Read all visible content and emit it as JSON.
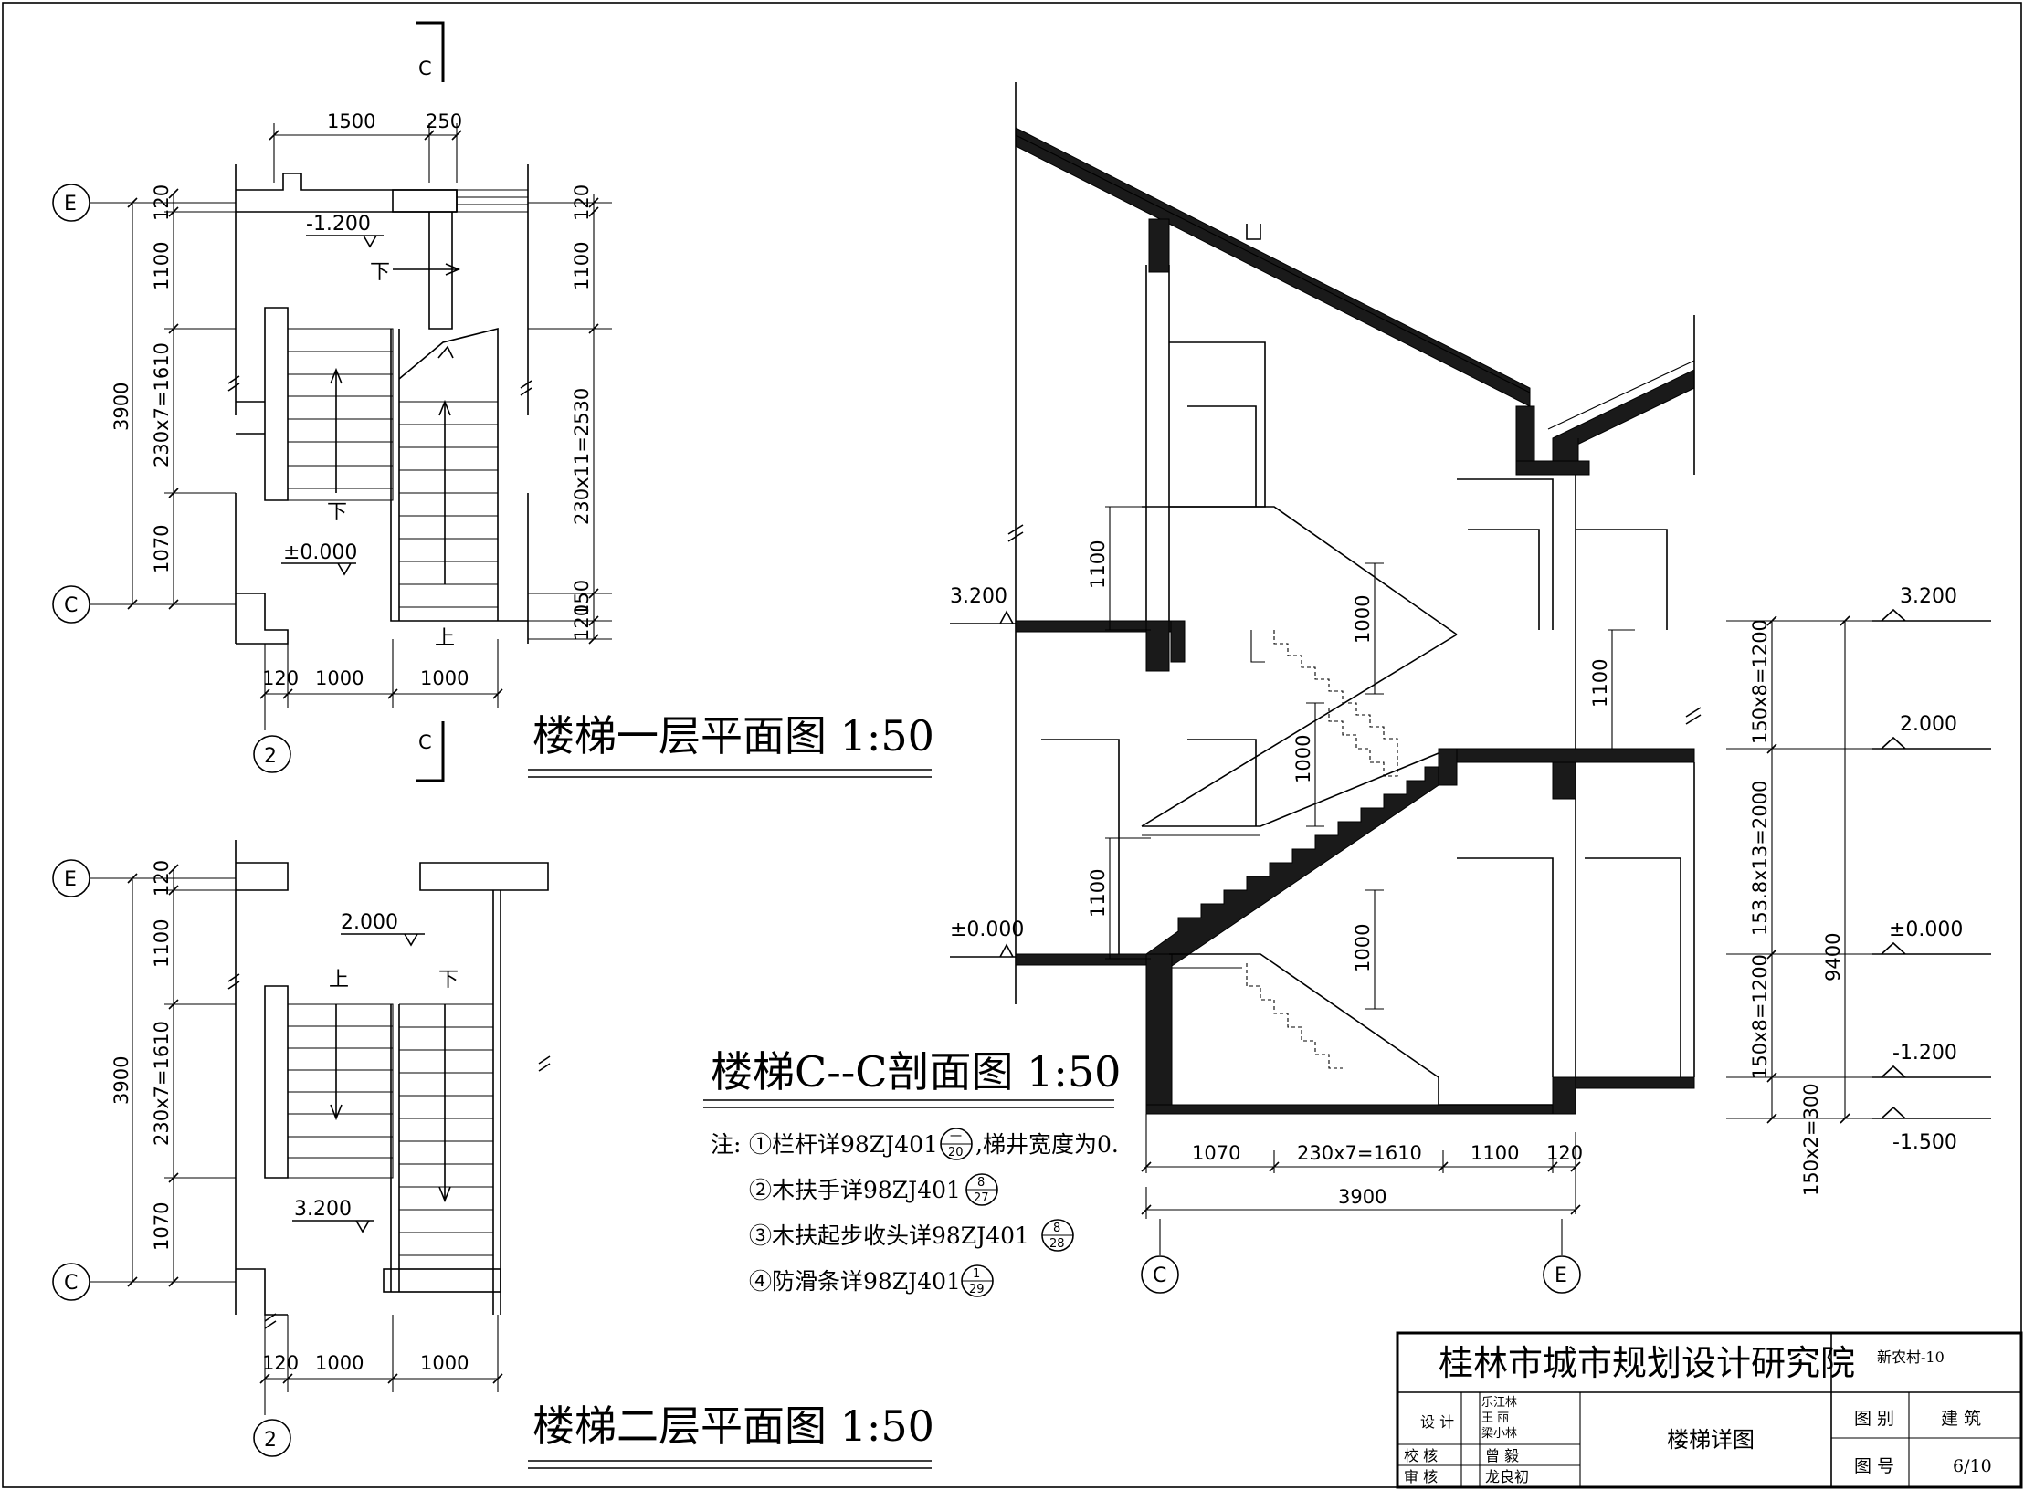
{
  "titles": {
    "plan1": "楼梯一层平面图 1:50",
    "plan2": "楼梯二层平面图 1:50",
    "section": "楼梯C--C剖面图 1:50"
  },
  "axes": {
    "e": "E",
    "c": "C",
    "two": "2"
  },
  "section_mark": "C",
  "plan1": {
    "dims_top": [
      "1500",
      "250"
    ],
    "dims_left": [
      "120",
      "1100",
      "230x7=1610",
      "1070"
    ],
    "dim_total": "3900",
    "dims_right": [
      "120",
      "1100",
      "230x11=2530",
      "150",
      "120"
    ],
    "dims_bottom": [
      "120",
      "1000",
      "1000"
    ],
    "level_landing": "-1.200",
    "level_floor": "±0.000",
    "down1": "下",
    "down2": "下",
    "up": "上"
  },
  "plan2": {
    "level_top": "2.000",
    "level_bottom": "3.200",
    "dims_left": [
      "120",
      "1100",
      "230x7=1610",
      "1070"
    ],
    "dim_total": "3900",
    "dims_bottom": [
      "120",
      "1000",
      "1000"
    ],
    "up": "上",
    "down": "下"
  },
  "section": {
    "level_left_top": "3.200",
    "level_left_bottom": "±0.000",
    "dims_vertical_inner": [
      "1100",
      "1000",
      "1100",
      "1000",
      "1100",
      "1000"
    ],
    "levels_right": [
      "3.200",
      "2.000",
      "±0.000",
      "-1.200",
      "-1.500"
    ],
    "dims_right": [
      "150x8=1200",
      "153.8x13=2000",
      "150x8=1200",
      "150x2=300"
    ],
    "dim_right_total": "9400",
    "dims_bottom": [
      "1070",
      "230x7=1610",
      "1100",
      "120"
    ],
    "dim_bottom_total": "3900"
  },
  "notes": {
    "prefix": "注:",
    "n1": "①栏杆详98ZJ401",
    "n1_ref_top": "一",
    "n1_ref_bottom": "20",
    "n1_tail": ",梯井宽度为0.",
    "n2": "②木扶手详98ZJ401",
    "n2_ref_top": "8",
    "n2_ref_bottom": "27",
    "n3": "③木扶起步收头详98ZJ401",
    "n3_ref_top": "8",
    "n3_ref_bottom": "28",
    "n4": "④防滑条详98ZJ401",
    "n4_ref_top": "1",
    "n4_ref_bottom": "29"
  },
  "title_block": {
    "institute": "桂林市城市规划设计研究院",
    "project": "新农村-10",
    "design_label": "设  计",
    "designers": [
      "乐江林",
      "王  丽",
      "梁小林"
    ],
    "check_label": "校  核",
    "checker": "曾  毅",
    "review_label": "审  核",
    "reviewer": "龙良初",
    "drawing_name": "楼梯详图",
    "category_label": "图 别",
    "category": "建  筑",
    "number_label": "图 号",
    "number": "6/10"
  }
}
